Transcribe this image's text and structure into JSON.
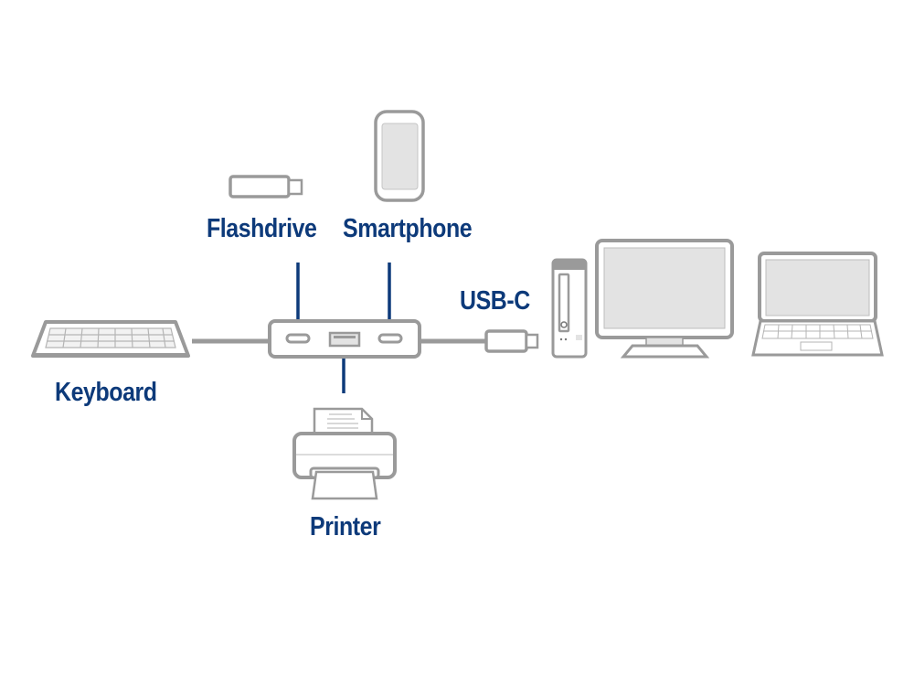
{
  "diagram": {
    "title": "USB-C hub connection diagram",
    "colors": {
      "label": "#0d3a7a",
      "line": "#0d3a7a",
      "device_stroke": "#9a9a9a",
      "device_fill": "#e3e3e3"
    },
    "labels": {
      "flashdrive": "Flashdrive",
      "smartphone": "Smartphone",
      "keyboard": "Keyboard",
      "printer": "Printer",
      "usb_c": "USB-C"
    },
    "hub": {
      "ports": [
        "USB-C",
        "USB-A",
        "USB-C"
      ]
    },
    "devices": [
      "Keyboard",
      "Flashdrive",
      "Smartphone",
      "Printer",
      "PC tower",
      "Monitor",
      "Laptop"
    ]
  }
}
